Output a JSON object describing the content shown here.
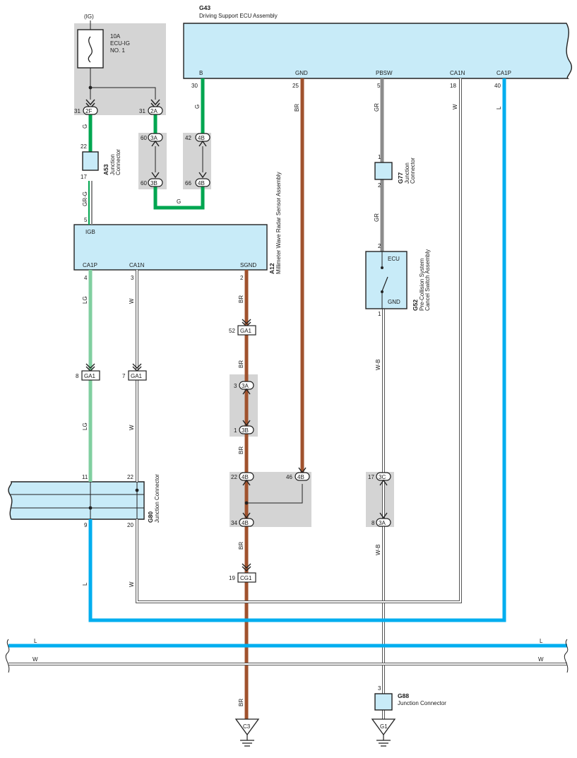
{
  "components": {
    "g43": {
      "code": "G43",
      "name": "Driving Support ECU Assembly",
      "pins": {
        "b": "B",
        "gnd": "GND",
        "pbsw": "PBSW",
        "ca1n": "CA1N",
        "ca1p": "CA1P"
      },
      "pin_numbers": {
        "b": "30",
        "gnd": "25",
        "pbsw": "5",
        "ca1n": "18",
        "ca1p": "40"
      }
    },
    "fuse": {
      "source": "(IG)",
      "amp": "10A",
      "name_line1": "ECU-IG",
      "name_line2": "NO. 1"
    },
    "a53": {
      "code": "A53",
      "name_line1": "Junction",
      "name_line2": "Connector",
      "pin_top": "22",
      "pin_bottom": "17"
    },
    "a12": {
      "code": "A12",
      "name": "Millimeter Wave Radar Sensor Assembly",
      "pins": {
        "igb": "IGB",
        "ca1p": "CA1P",
        "ca1n": "CA1N",
        "sgnd": "SGND"
      },
      "pin_numbers": {
        "igb": "5",
        "ca1p": "4",
        "ca1n": "3",
        "sgnd": "2"
      }
    },
    "g77": {
      "code": "G77",
      "name_line1": "Junction",
      "name_line2": "Connector",
      "pin_top": "1",
      "pin_bottom": "2"
    },
    "g52": {
      "code": "G52",
      "name_line1": "Pre-Collision System",
      "name_line2": "Cancel Switch Assembly",
      "pin_ecu_label": "ECU",
      "pin_gnd_label": "GND",
      "pin_top": "2",
      "pin_bottom": "1"
    },
    "g80": {
      "code": "G80",
      "name": "Junction Connector",
      "pins": [
        "11",
        "22",
        "9",
        "20"
      ]
    },
    "g88": {
      "code": "G88",
      "name": "Junction Connector",
      "pin": "3"
    }
  },
  "connectors": {
    "c2f": {
      "label": "2F",
      "pin": "31"
    },
    "c2a": {
      "label": "2A",
      "pin": "31"
    },
    "c3a_top": {
      "label": "3A",
      "pin": "60"
    },
    "c3b_top": {
      "label": "3B",
      "pin": "60"
    },
    "c4b_42": {
      "label": "4B",
      "pin": "42"
    },
    "c4b_66": {
      "label": "4B",
      "pin": "66"
    },
    "ga1_52": {
      "label": "GA1",
      "pin": "52"
    },
    "ga1_8": {
      "label": "GA1",
      "pin": "8"
    },
    "ga1_7": {
      "label": "GA1",
      "pin": "7"
    },
    "c3a_mid": {
      "label": "3A",
      "pin": "3"
    },
    "c3b_mid": {
      "label": "3B",
      "pin": "1"
    },
    "c4b_22": {
      "label": "4B",
      "pin": "22"
    },
    "c4b_46": {
      "label": "4B",
      "pin": "46"
    },
    "c4b_34": {
      "label": "4B",
      "pin": "34"
    },
    "c3c": {
      "label": "3C",
      "pin": "17"
    },
    "c3a_bot": {
      "label": "3A",
      "pin": "8"
    },
    "cg1": {
      "label": "CG1",
      "pin": "19"
    }
  },
  "wire_labels": {
    "g_fuse": "G",
    "g_ecu": "G",
    "g_bottom": "G",
    "br_ecu": "BR",
    "gr_ecu": "GR",
    "w_ecu": "W",
    "l_ecu": "L",
    "grg": "GR-G",
    "gr_g77": "GR",
    "br_a12": "BR",
    "br_mid1": "BR",
    "br_mid2": "BR",
    "br_low": "BR",
    "br_ground": "BR",
    "lg_1": "LG",
    "lg_2": "LG",
    "w_1": "W",
    "w_2": "W",
    "w_3": "W",
    "l_1": "L",
    "wb_1": "W-B",
    "wb_2": "W-B",
    "bus_l_left": "L",
    "bus_l_right": "L",
    "bus_w_left": "W",
    "bus_w_right": "W"
  },
  "grounds": {
    "c3": "C3",
    "g1": "G1"
  },
  "colors": {
    "G": "#00a650",
    "BR": "#a0522d",
    "GR": "#8c8c8c",
    "LG": "#80cfa0",
    "L": "#00aeef",
    "W": "#ffffff",
    "component_fill": "#c8ebf8",
    "junction_area": "#d4d4d4"
  }
}
